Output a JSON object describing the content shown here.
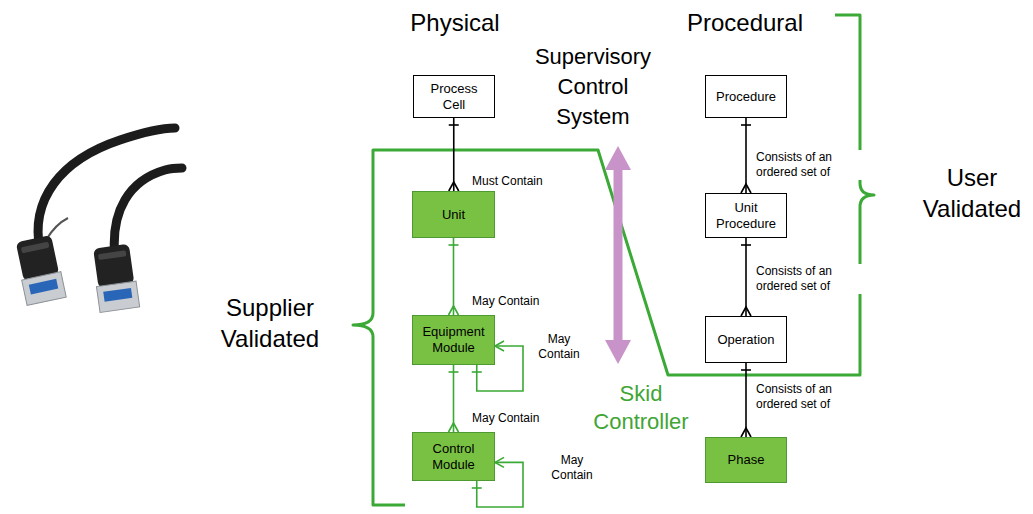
{
  "diagram": {
    "nodes": [
      {
        "text": [
          "Process Cell"
        ]
      },
      {
        "text": [
          "Unit"
        ]
      },
      {
        "text": [
          "Equipment Module"
        ]
      },
      {
        "text": [
          "Control Module"
        ]
      },
      {
        "text": [
          "Procedure"
        ]
      },
      {
        "text": [
          "Unit Procedure"
        ]
      },
      {
        "text": [
          "Operation"
        ]
      },
      {
        "text": [
          "Phase"
        ]
      }
    ],
    "edges": [
      {
        "from": 0,
        "to": 1,
        "arrow": "none",
        "label": "Must Contain"
      },
      {
        "from": 1,
        "to": 2,
        "arrow": "none",
        "label": "May Contain"
      },
      {
        "from": 2,
        "to": 2,
        "arrow": "none",
        "label": "May Contain"
      },
      {
        "from": 2,
        "to": 3,
        "arrow": "none",
        "label": "May Contain"
      },
      {
        "from": 3,
        "to": 3,
        "arrow": "none",
        "label": "May Contain"
      },
      {
        "from": 4,
        "to": 5,
        "arrow": "none",
        "label": "Consists of an ordered set of"
      },
      {
        "from": 5,
        "to": 6,
        "arrow": "none",
        "label": "Consists of an ordered set of"
      },
      {
        "from": 6,
        "to": 7,
        "arrow": "none",
        "label": "Consists of an ordered set of"
      }
    ],
    "labels": [
      "Physical",
      "Procedural",
      "Supervisory Control System",
      "Skid Controller",
      "User Validated",
      "Supplier Validated"
    ]
  }
}
